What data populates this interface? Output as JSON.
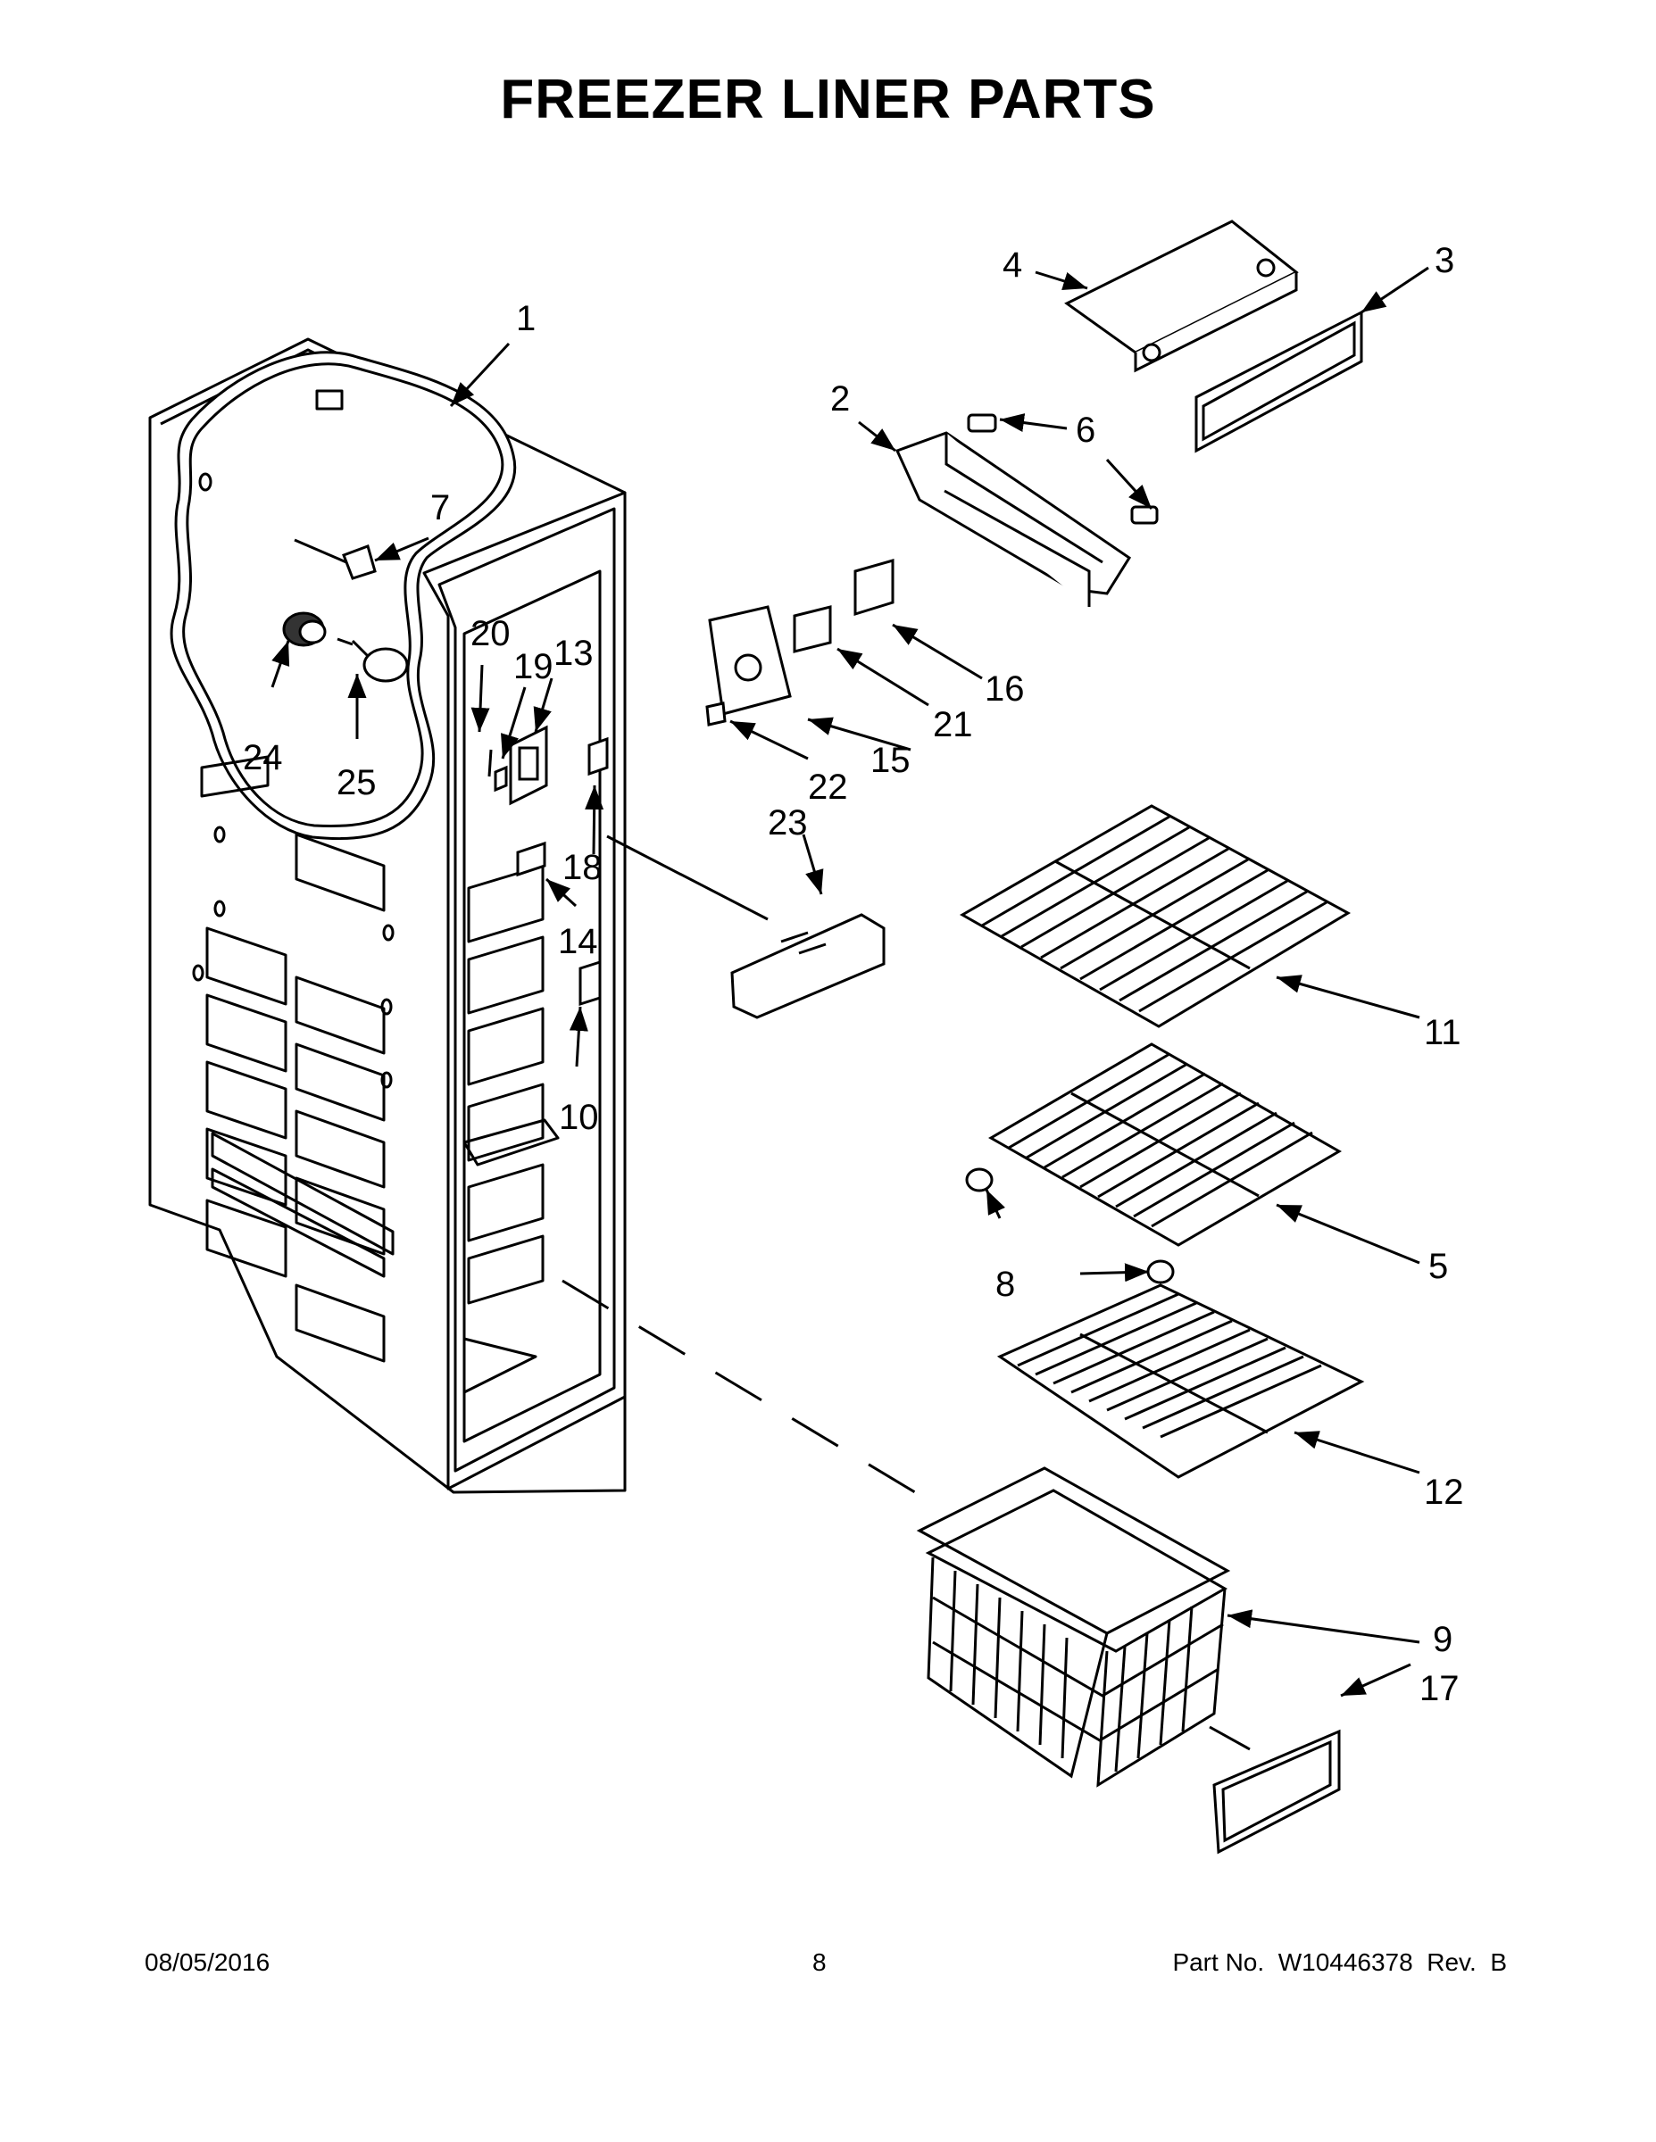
{
  "title": "FREEZER LINER PARTS",
  "footer": {
    "date": "08/05/2016",
    "page": "8",
    "part_number": "Part No.  W10446378  Rev.  B"
  },
  "callouts": [
    "1",
    "2",
    "3",
    "4",
    "5",
    "6",
    "7",
    "8",
    "9",
    "10",
    "11",
    "12",
    "13",
    "14",
    "15",
    "16",
    "17",
    "18",
    "19",
    "20",
    "21",
    "22",
    "23",
    "24",
    "25"
  ]
}
